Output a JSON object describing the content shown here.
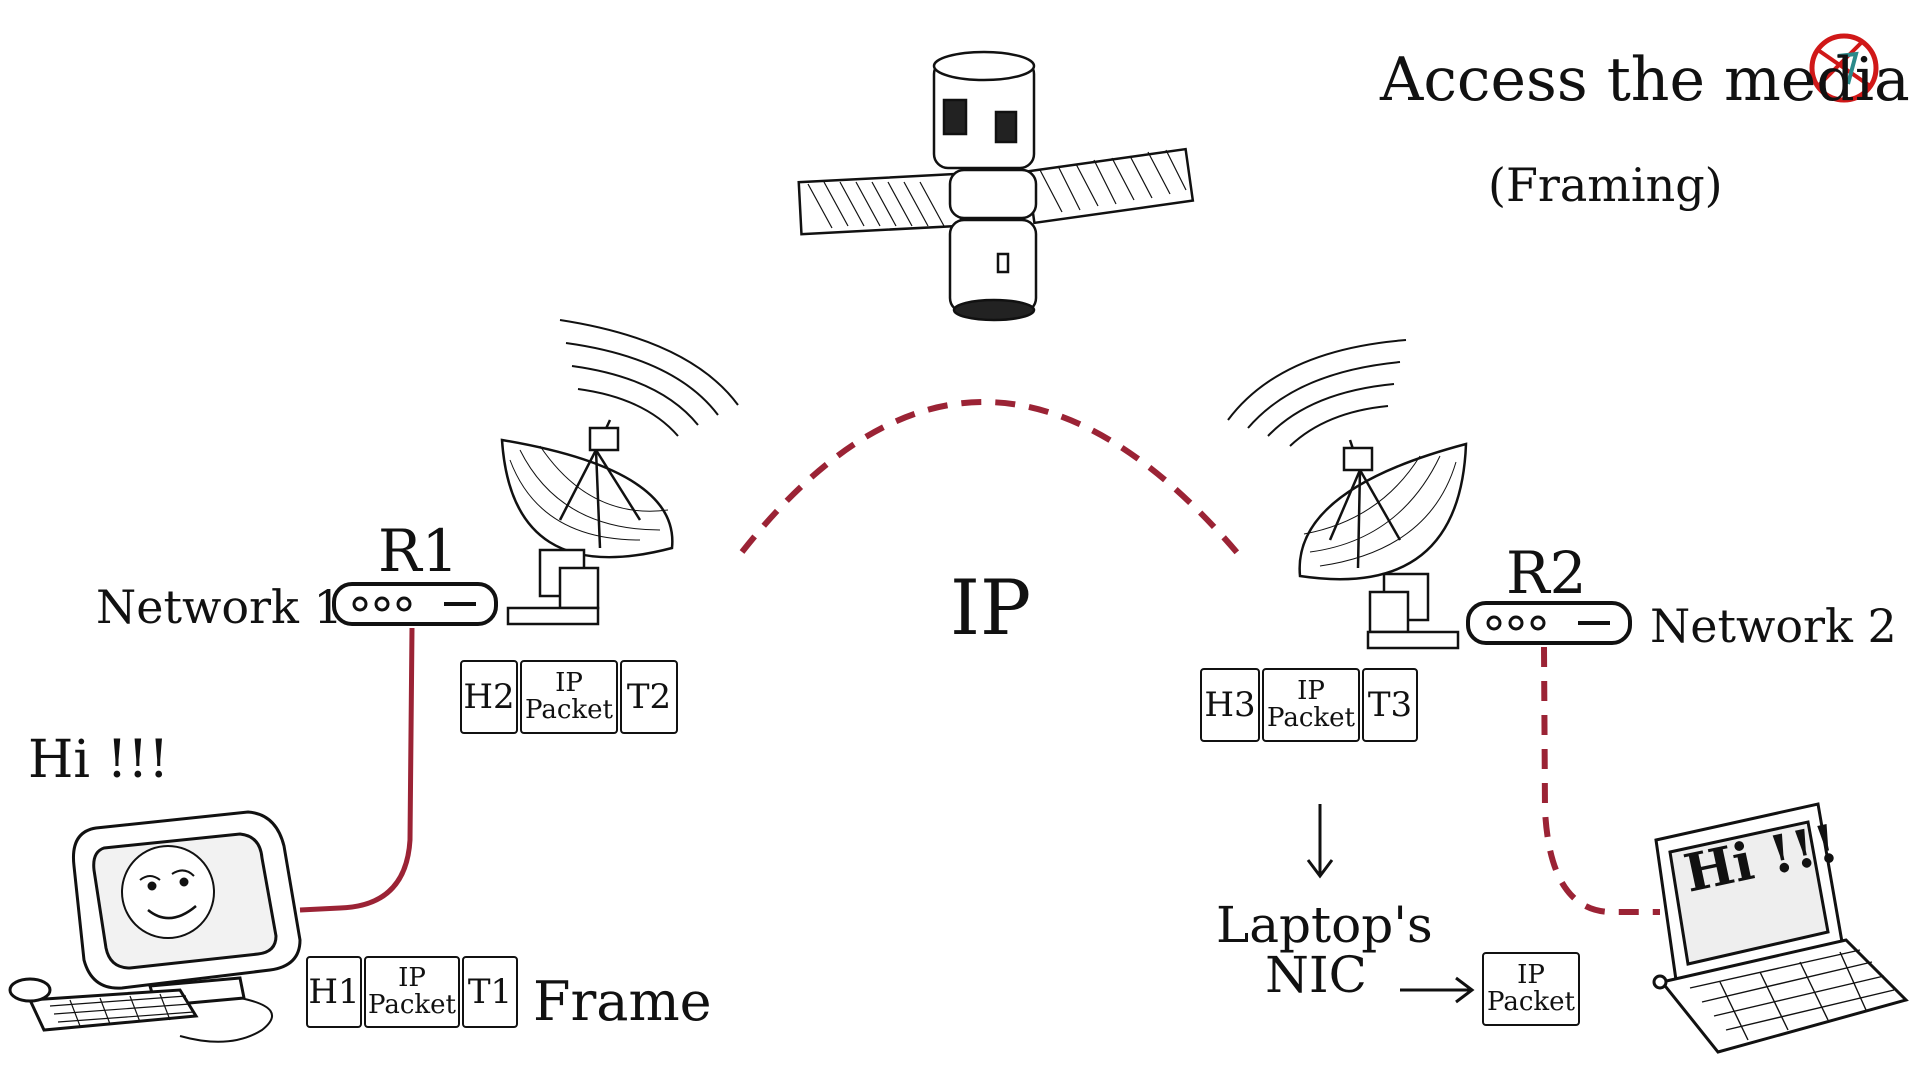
{
  "header": {
    "title": "Access the media",
    "subtitle": "(Framing)"
  },
  "center": {
    "protocol_label": "IP"
  },
  "routers": {
    "r1": {
      "label": "R1",
      "network": "Network 1"
    },
    "r2": {
      "label": "R2",
      "network": "Network 2"
    }
  },
  "sender": {
    "speech": "Hi !!!"
  },
  "receiver": {
    "screen_text": "Hi !!!"
  },
  "frames": {
    "frame1": {
      "header": "H1",
      "payload_line1": "IP",
      "payload_line2": "Packet",
      "trailer": "T1",
      "caption": "Frame"
    },
    "frame2": {
      "header": "H2",
      "payload_line1": "IP",
      "payload_line2": "Packet",
      "trailer": "T2"
    },
    "frame3": {
      "header": "H3",
      "payload_line1": "IP",
      "payload_line2": "Packet",
      "trailer": "T3"
    },
    "packet_only": {
      "payload_line1": "IP",
      "payload_line2": "Packet"
    }
  },
  "nic": {
    "line1": "Laptop's",
    "line2": "NIC"
  },
  "colors": {
    "link": "#9b2335",
    "ink": "#111111",
    "logo_red": "#d01818",
    "logo_teal": "#2a8a8a"
  }
}
